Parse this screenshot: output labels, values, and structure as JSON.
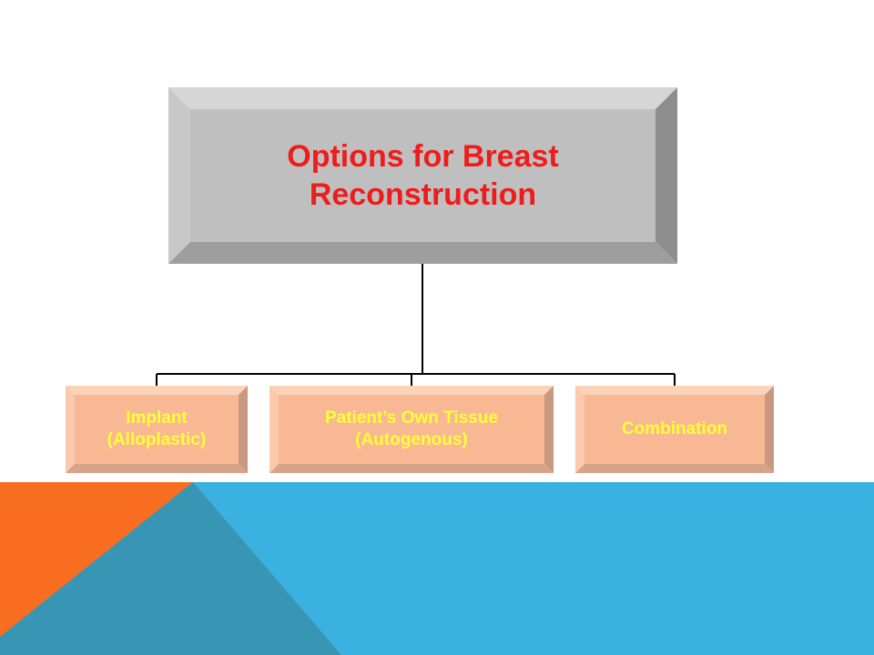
{
  "diagram": {
    "root": {
      "label": "Options for Breast\nReconstruction",
      "text_color": "#ee1c1c",
      "fill": "#bfbfbf"
    },
    "children": [
      {
        "label": "Implant\n(Alloplastic)"
      },
      {
        "label": "Patient’s Own Tissue\n(Autogenous)"
      },
      {
        "label": "Combination"
      }
    ],
    "child_text_color": "#ffff33",
    "child_fill": "#f9b894"
  },
  "theme": {
    "accent_blue": "#3ab1e0",
    "accent_orange": "#f86d20",
    "accent_teal": "#3896b4"
  }
}
